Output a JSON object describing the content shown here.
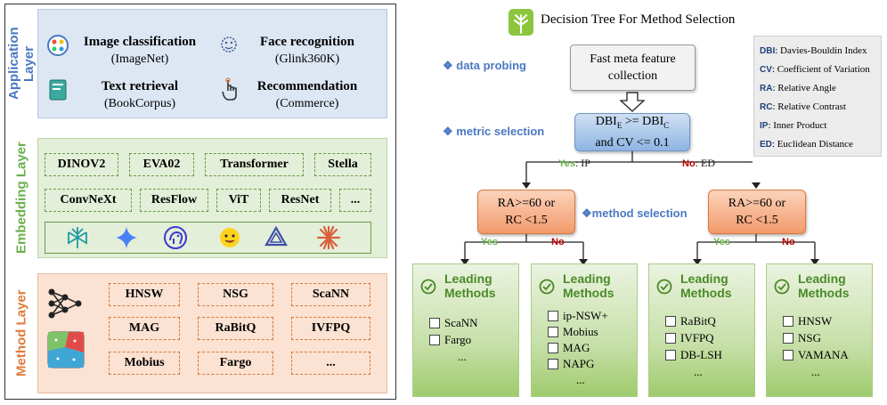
{
  "layers": {
    "application": "Application Layer",
    "embedding": "Embedding Layer",
    "method": "Method Layer"
  },
  "application": [
    {
      "title": "Image classification",
      "sub": "(ImageNet)"
    },
    {
      "title": "Face recognition",
      "sub": "(Glink360K)"
    },
    {
      "title": "Text retrieval",
      "sub": "(BookCorpus)"
    },
    {
      "title": "Recommendation",
      "sub": "(Commerce)"
    }
  ],
  "embedding_models": [
    "DINOV2",
    "EVA02",
    "Transformer",
    "Stella",
    "ConvNeXt",
    "ResFlow",
    "ViT",
    "ResNet",
    "..."
  ],
  "methods": [
    "HNSW",
    "NSG",
    "ScaNN",
    "MAG",
    "RaBitQ",
    "IVFPQ",
    "Mobius",
    "Fargo",
    "..."
  ],
  "tree": {
    "title": "Decision Tree For Method Selection",
    "step1": "❖ data probing",
    "step2": "❖ metric selection",
    "step3": "❖method selection",
    "root": [
      "Fast meta feature",
      "collection"
    ],
    "metric_node": {
      "line1_a": "DBI",
      "line1_sub_a": "E",
      "line1_mid": " >= DBI",
      "line1_sub_b": "C",
      "line2": "and CV <= 0.1"
    },
    "yes_label": "Yes",
    "yes_value": ": IP",
    "no_label": "No",
    "no_value": ": ED",
    "method_node": [
      "RA>=60 or",
      "RC <1.5"
    ],
    "branch_yes": "Yes",
    "branch_no": "No",
    "leaf_head": [
      "Leading",
      "Methods"
    ],
    "leaves": [
      [
        "ScaNN",
        "Fargo"
      ],
      [
        "ip-NSW+",
        "Mobius",
        "MAG",
        "NAPG"
      ],
      [
        "RaBitQ",
        "IVFPQ",
        "DB-LSH"
      ],
      [
        "HNSW",
        "NSG",
        "VAMANA"
      ]
    ],
    "ellipsis": "..."
  },
  "legend": [
    {
      "abbr": "DBI",
      "text": ": Davies-Bouldin Index"
    },
    {
      "abbr": "CV",
      "text": ": Coefficient of Variation"
    },
    {
      "abbr": "RA",
      "text": ": Relative Angle"
    },
    {
      "abbr": "RC",
      "text": ": Relative Contrast"
    },
    {
      "abbr": "IP",
      "text": ": Inner Product"
    },
    {
      "abbr": "ED",
      "text": ": Euclidean Distance"
    }
  ],
  "colors": {
    "app_bg": "#dde6f3",
    "emb_bg": "#e3efd8",
    "met_bg": "#fbe2d2",
    "app_label": "#4a78c2",
    "emb_label": "#6ab04c",
    "met_label": "#e07b39"
  }
}
